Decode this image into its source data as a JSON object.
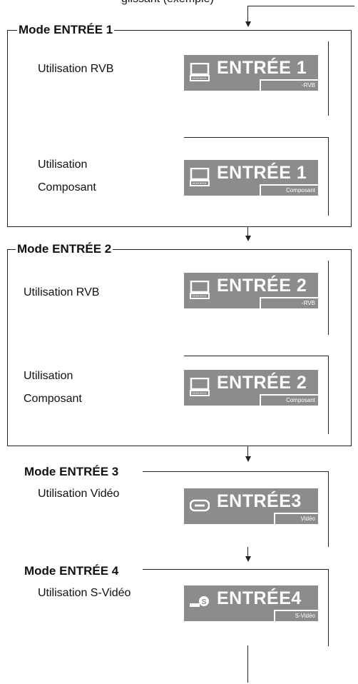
{
  "header": {
    "caption": "glissant (exemple)"
  },
  "groups": [
    {
      "title": "Mode ENTRÉE 1",
      "items": [
        {
          "label": "Utilisation RVB",
          "osd_text": "ENTRÉE 1",
          "osd_sub": "-RVB",
          "icon": "computer-icon"
        },
        {
          "label": "Utilisation\nComposant",
          "label_line1": "Utilisation",
          "label_line2": "Composant",
          "osd_text": "ENTRÉE 1",
          "osd_sub": "Composant",
          "icon": "computer-icon"
        }
      ]
    },
    {
      "title": "Mode ENTRÉE 2",
      "items": [
        {
          "label": "Utilisation RVB",
          "osd_text": "ENTRÉE 2",
          "osd_sub": "-RVB",
          "icon": "computer-icon"
        },
        {
          "label_line1": "Utilisation",
          "label_line2": "Composant",
          "osd_text": "ENTRÉE 2",
          "osd_sub": "Composant",
          "icon": "computer-icon"
        }
      ]
    },
    {
      "title": "Mode ENTRÉE 3",
      "items": [
        {
          "label": "Utilisation Vidéo",
          "osd_text": "ENTRÉE3",
          "osd_sub": "Vidéo",
          "icon": "video-icon"
        }
      ]
    },
    {
      "title": "Mode ENTRÉE 4",
      "items": [
        {
          "label": "Utilisation S-Vidéo",
          "osd_text": "ENTRÉE4",
          "osd_sub": "S-Vidéo",
          "icon": "s-video-icon"
        }
      ]
    }
  ],
  "colors": {
    "osd_background": "#8c8c8c",
    "osd_text": "#ffffff",
    "line": "#222222"
  }
}
